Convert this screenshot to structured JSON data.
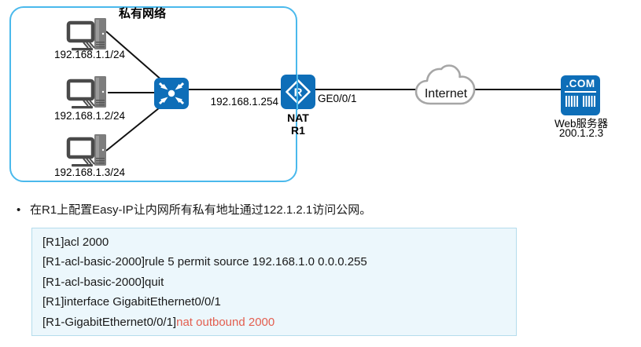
{
  "diagram": {
    "private_network_label": "私有网络",
    "pcs": [
      {
        "label": "192.168.1.1/24"
      },
      {
        "label": "192.168.1.2/24"
      },
      {
        "label": "192.168.1.3/24"
      }
    ],
    "link_ip": "192.168.1.254",
    "router": {
      "icon_letter": "R",
      "interface_label": "GE0/0/1",
      "name_line1": "NAT",
      "name_line2": "R1"
    },
    "internet_label": "Internet",
    "web_server": {
      "icon_text": ".COM",
      "label": "Web服务器",
      "ip": "200.1.2.3"
    }
  },
  "note": {
    "bullet": "•",
    "text": "在R1上配置Easy-IP让内网所有私有地址通过122.1.2.1访问公网。"
  },
  "code": {
    "lines": [
      {
        "text": "[R1]acl 2000",
        "highlight": ""
      },
      {
        "text": "[R1-acl-basic-2000]rule 5 permit source 192.168.1.0 0.0.0.255",
        "highlight": ""
      },
      {
        "text": "[R1-acl-basic-2000]quit",
        "highlight": ""
      },
      {
        "text": "[R1]interface GigabitEthernet0/0/1",
        "highlight": ""
      },
      {
        "text": "[R1-GigabitEthernet0/0/1]",
        "highlight": "nat outbound 2000"
      }
    ]
  },
  "colors": {
    "device_blue": "#0e6eb8",
    "box_border": "#4ab9ec",
    "code_background": "#ecf7fc",
    "code_border": "#b4dcec",
    "highlight_red": "#e35e4f",
    "cloud_stroke": "#a6a6a6",
    "line_color": "#111111"
  }
}
